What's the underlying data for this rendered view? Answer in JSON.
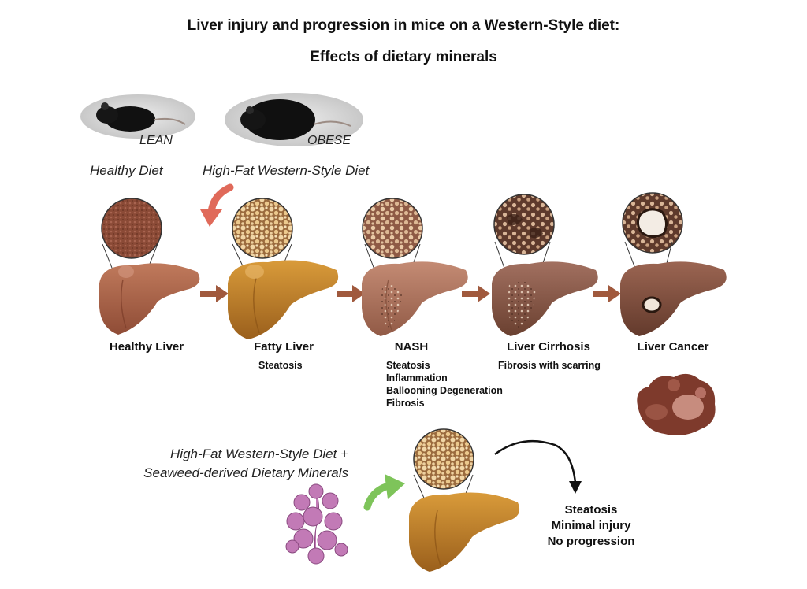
{
  "title": {
    "line1": "Liver injury and progression in mice on a Western-Style diet:",
    "line2": "Effects of dietary minerals"
  },
  "mice": {
    "lean_label": "LEAN",
    "obese_label": "OBESE"
  },
  "diets": {
    "healthy": "Healthy Diet",
    "high_fat": "High-Fat Western-Style Diet",
    "minerals_line1": "High-Fat Western-Style Diet +",
    "minerals_line2": "Seaweed-derived Dietary Minerals"
  },
  "stages": [
    {
      "name": "Healthy Liver",
      "details": []
    },
    {
      "name": "Fatty Liver",
      "details": [
        "Steatosis"
      ]
    },
    {
      "name": "NASH",
      "details": [
        "Steatosis",
        "Inflammation",
        "Ballooning Degeneration",
        "Fibrosis"
      ]
    },
    {
      "name": "Liver Cirrhosis",
      "details": [
        "Fibrosis with scarring"
      ]
    },
    {
      "name": "Liver Cancer",
      "details": []
    }
  ],
  "outcome": {
    "line1": "Steatosis",
    "line2": "Minimal injury",
    "line3": "No progression"
  },
  "colors": {
    "liver_healthy": "#b36a4f",
    "liver_fatty": "#c8862a",
    "liver_nash": "#b67a62",
    "liver_cirrhosis": "#8d5c48",
    "liver_cancer": "#84523f",
    "arrow_stage": "#a0593d",
    "arrow_red": "#e06a5a",
    "arrow_green": "#7ec45a",
    "seaweed": "#c27ab6"
  }
}
